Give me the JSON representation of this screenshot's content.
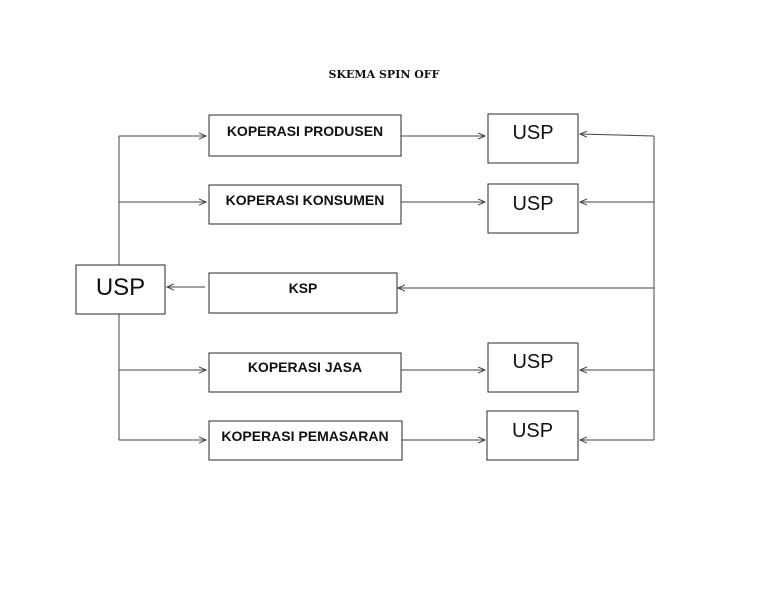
{
  "title": "SKEMA SPIN OFF",
  "nodes": {
    "usp_main": "USP",
    "koperasi_produsen": "KOPERASI PRODUSEN",
    "koperasi_konsumen": "KOPERASI KONSUMEN",
    "ksp": "KSP",
    "koperasi_jasa": "KOPERASI JASA",
    "koperasi_pemasaran": "KOPERASI PEMASARAN",
    "usp_produsen": "USP",
    "usp_konsumen": "USP",
    "usp_jasa": "USP",
    "usp_pemasaran": "USP"
  }
}
